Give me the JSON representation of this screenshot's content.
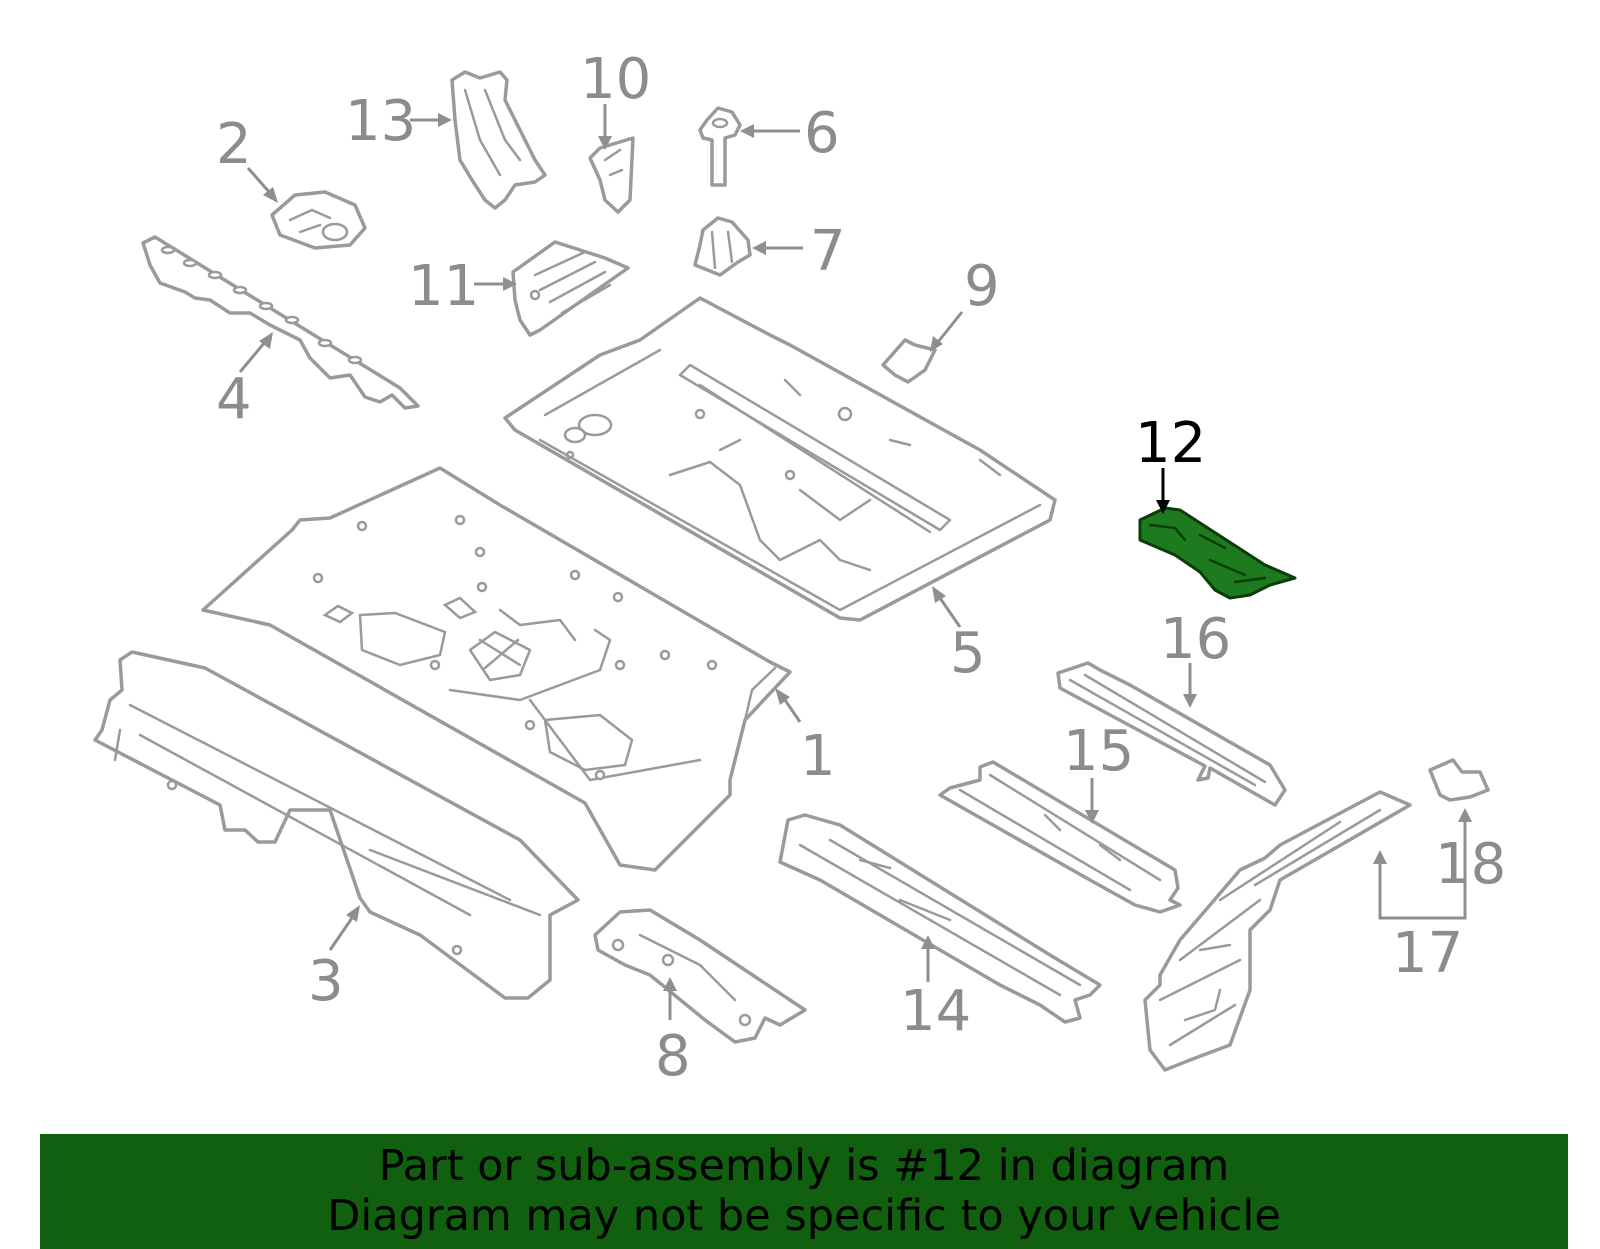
{
  "callouts": {
    "c1": "1",
    "c2": "2",
    "c3": "3",
    "c4": "4",
    "c5": "5",
    "c6": "6",
    "c7": "7",
    "c8": "8",
    "c9": "9",
    "c10": "10",
    "c11": "11",
    "c12": "12",
    "c13": "13",
    "c14": "14",
    "c15": "15",
    "c16": "16",
    "c17": "17",
    "c18": "18"
  },
  "highlighted_part": "12",
  "colors": {
    "highlight_fill": "#1e7a1e",
    "banner_bg": "#106010",
    "line_gray": "#9a9a9a"
  },
  "banner": {
    "line1": "Part or sub-assembly is #12 in diagram",
    "line2": "Diagram may not be specific to your vehicle"
  }
}
